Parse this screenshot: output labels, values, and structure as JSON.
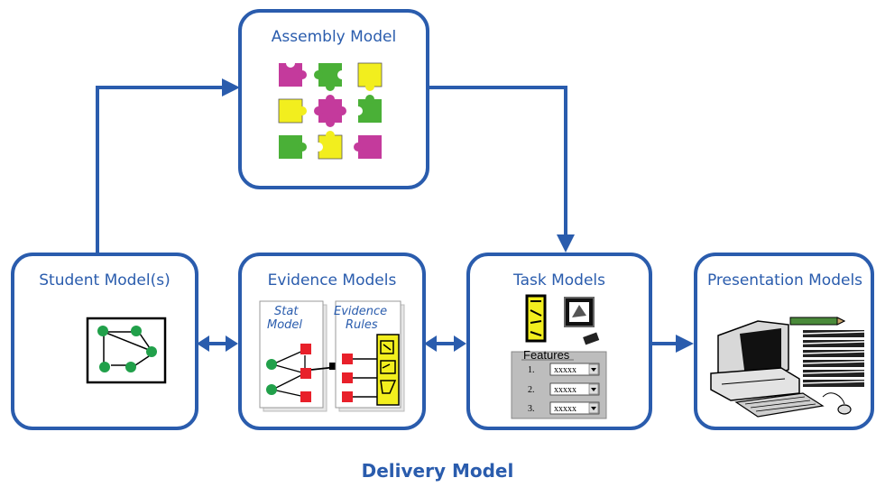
{
  "colors": {
    "accent": "#2a5cad",
    "puzzle_magenta": "#c43a9c",
    "puzzle_green": "#4ab037",
    "puzzle_yellow": "#f2ee1e",
    "node_green": "#21a04a",
    "node_red": "#e8202a"
  },
  "boxes": {
    "assembly": {
      "title": "Assembly Model"
    },
    "student": {
      "title": "Student Model(s)"
    },
    "evidence": {
      "title": "Evidence Models",
      "stat_label_1": "Stat",
      "stat_label_2": "Model",
      "rules_label_1": "Evidence",
      "rules_label_2": "Rules"
    },
    "task": {
      "title": "Task Models",
      "features_label": "Features",
      "features": [
        {
          "num": "1.",
          "value": "xxxxx"
        },
        {
          "num": "2.",
          "value": "xxxxx"
        },
        {
          "num": "3.",
          "value": "xxxxx"
        }
      ]
    },
    "presentation": {
      "title": "Presentation Models"
    }
  },
  "footer": {
    "title": "Delivery Model"
  },
  "icons": [
    "puzzle-pieces-icon",
    "directed-graph-icon",
    "bayes-net-icon",
    "rules-icon",
    "task-pieces-icon",
    "computer-workstation-icon"
  ]
}
